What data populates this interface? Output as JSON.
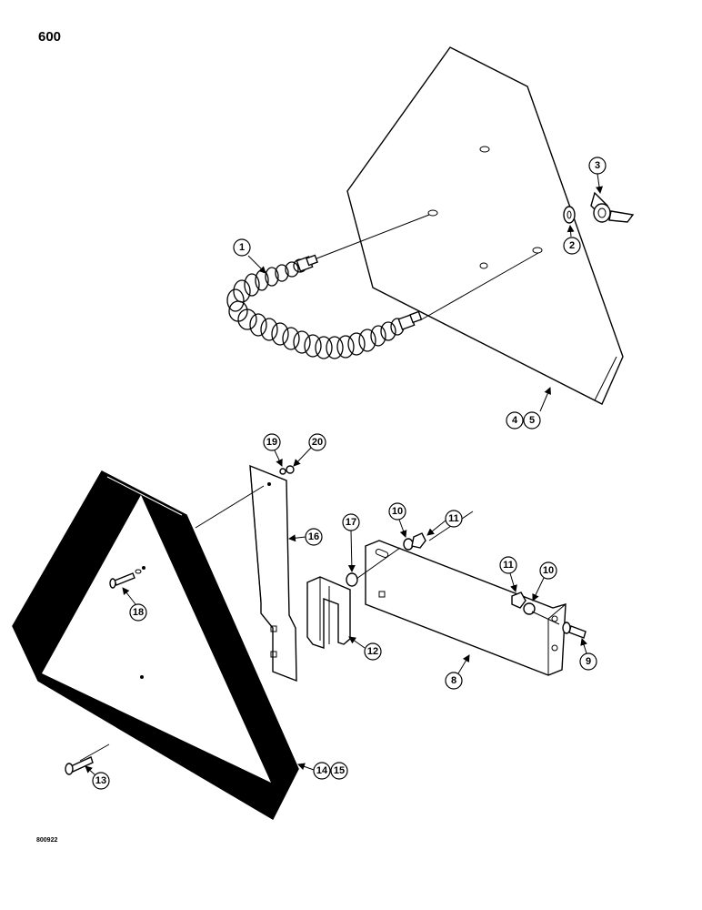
{
  "page_number": "600",
  "drawing_code": "800922",
  "callouts": [
    "1",
    "2",
    "3",
    "4",
    "5",
    "8",
    "9",
    "10",
    "11",
    "12",
    "13",
    "14",
    "15",
    "16",
    "17",
    "18",
    "19",
    "20"
  ]
}
